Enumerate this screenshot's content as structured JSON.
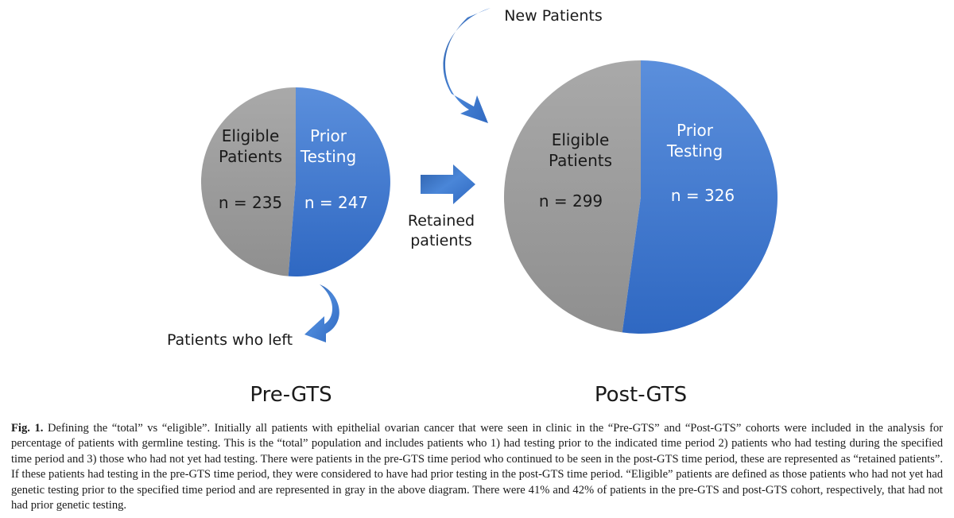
{
  "figure": {
    "pre": {
      "title": "Pre-GTS",
      "eligible": {
        "label_line1": "Eligible",
        "label_line2": "Patients",
        "n_text": "n = 235",
        "n": 235,
        "color": "#9b9b9b"
      },
      "prior": {
        "label_line1": "Prior",
        "label_line2": "Testing",
        "n_text": "n = 247",
        "n": 247,
        "color": "#3f79cf"
      },
      "outflow_label": "Patients who left"
    },
    "post": {
      "title": "Post-GTS",
      "eligible": {
        "label_line1": "Eligible",
        "label_line2": "Patients",
        "n_text": "n = 299",
        "n": 299,
        "color": "#9b9b9b"
      },
      "prior": {
        "label_line1": "Prior",
        "label_line2": "Testing",
        "n_text": "n = 326",
        "n": 326,
        "color": "#3f79cf"
      },
      "inflow_label": "New Patients"
    },
    "transfer": {
      "label_line1": "Retained",
      "label_line2": "patients"
    },
    "arrow_color": "#3a73c7"
  },
  "caption": {
    "fig_no": "Fig. 1.",
    "text": " Defining the “total” vs “eligible”. Initially all patients with epithelial ovarian cancer that were seen in clinic in the “Pre-GTS” and “Post-GTS” cohorts were included in the analysis for percentage of patients with germline testing. This is the “total” population and includes patients who 1) had testing prior to the indicated time period 2) patients who had testing during the specified time period and 3) those who had not yet had testing. There were patients in the pre-GTS time period who continued to be seen in the post-GTS time period, these are represented as “retained patients”. If these patients had testing in the pre-GTS time period, they were considered to have had prior testing in the post-GTS time period. “Eligible” patients are defined as those patients who had not yet had genetic testing prior to the specified time period and are represented in gray in the above diagram. There were 41% and 42% of patients in the pre-GTS and post-GTS cohort, respectively, that had not had prior genetic testing."
  }
}
